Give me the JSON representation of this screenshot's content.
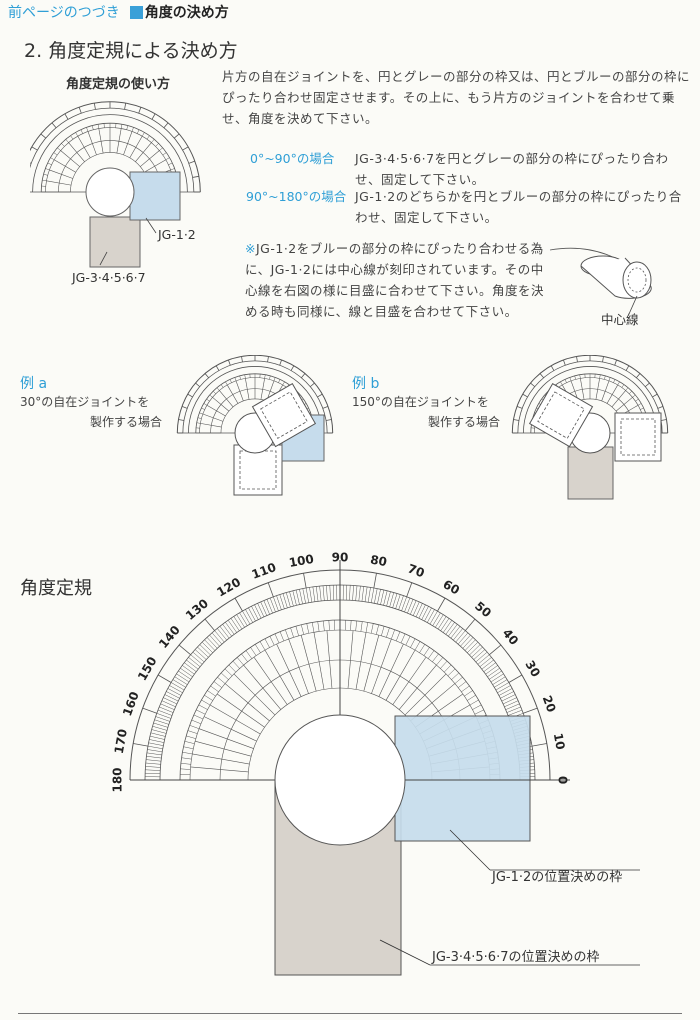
{
  "header": {
    "prev": "前ページのつづき",
    "section": "角度の決め方"
  },
  "section_title": "2. 角度定規による決め方",
  "usage_title": "角度定規の使い方",
  "intro": "片方の自在ジョイントを、円とグレーの部分の枠又は、円とブルーの部分の枠にぴったり合わせ固定させます。その上に、もう片方のジョイントを合わせて乗せ、角度を決めて下さい。",
  "cond1": {
    "label": "0°~90°の場合",
    "text": "JG-3·4·5·6·7を円とグレーの部分の枠にぴったり合わせ、固定して下さい。"
  },
  "cond2": {
    "label": "90°~180°の場合",
    "text": "JG-1·2のどちらかを円とブルーの部分の枠にぴったり合わせ、固定して下さい。"
  },
  "note": {
    "mark": "※",
    "text": "JG-1·2をブルーの部分の枠にぴったり合わせる為に、JG-1·2には中心線が刻印されています。その中心線を右図の様に目盛に合わせて下さい。角度を決める時も同様に、線と目盛を合わせて下さい。"
  },
  "diagram_labels": {
    "jg12": "JG-1·2",
    "jg34567": "JG-3·4·5·6·7",
    "center_line": "中心線"
  },
  "example_a": {
    "title": "例 a",
    "desc1": "30°の自在ジョイントを",
    "desc2": "製作する場合"
  },
  "example_b": {
    "title": "例 b",
    "desc1": "150°の自在ジョイントを",
    "desc2": "製作する場合"
  },
  "protractor": {
    "title": "角度定規",
    "ticks": [
      "0",
      "10",
      "20",
      "30",
      "40",
      "50",
      "60",
      "70",
      "80",
      "90",
      "100",
      "110",
      "120",
      "130",
      "140",
      "150",
      "160",
      "170",
      "180"
    ],
    "blue_label": "JG-1·2の位置決めの枠",
    "gray_label": "JG-3·4·5·6·7の位置決めの枠"
  },
  "colors": {
    "blue": "#c6dcec",
    "gray": "#d8d3cc",
    "accent": "#2f9fd6"
  }
}
